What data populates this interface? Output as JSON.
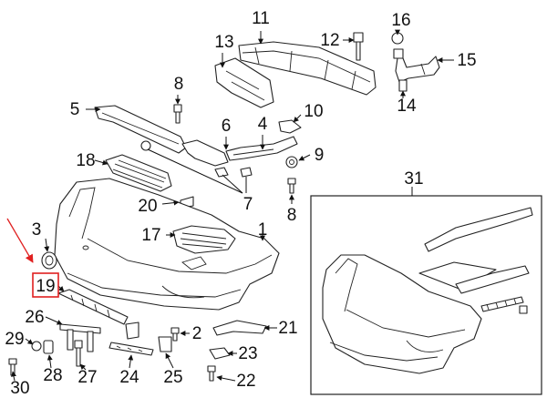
{
  "callouts": [
    "1",
    "2",
    "3",
    "4",
    "5",
    "6",
    "7",
    "8",
    "8",
    "9",
    "10",
    "11",
    "12",
    "13",
    "14",
    "15",
    "16",
    "17",
    "18",
    "19",
    "20",
    "21",
    "22",
    "23",
    "24",
    "25",
    "26",
    "27",
    "28",
    "29",
    "30",
    "31"
  ],
  "highlight": {
    "label": "19",
    "box_color": "#e02020",
    "arrow_color": "#e02020"
  }
}
